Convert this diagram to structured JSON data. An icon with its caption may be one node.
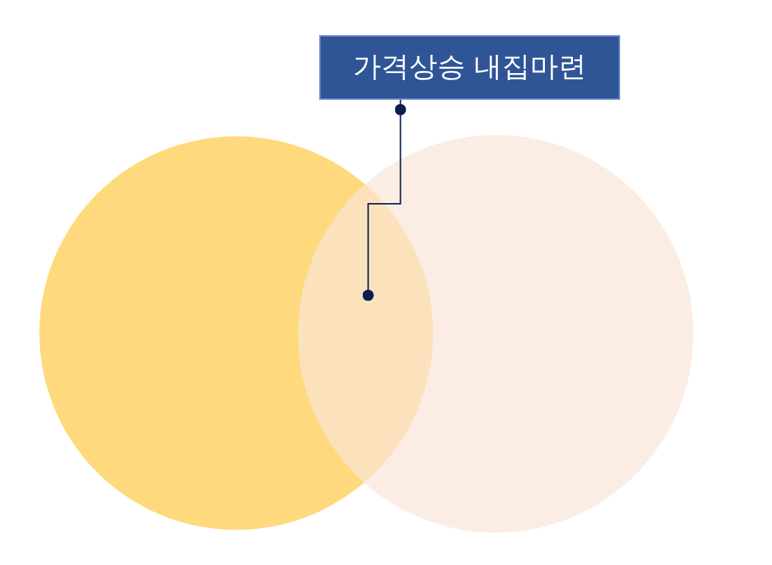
{
  "diagram": {
    "nodes": [
      {
        "text": [
          "가격상승 내집마련"
        ]
      },
      {
        "text": [],
        "shape": "circle"
      },
      {
        "text": [],
        "shape": "circle"
      }
    ],
    "edges": [
      {
        "from": 0,
        "to": 1,
        "arrow": "other"
      }
    ]
  }
}
